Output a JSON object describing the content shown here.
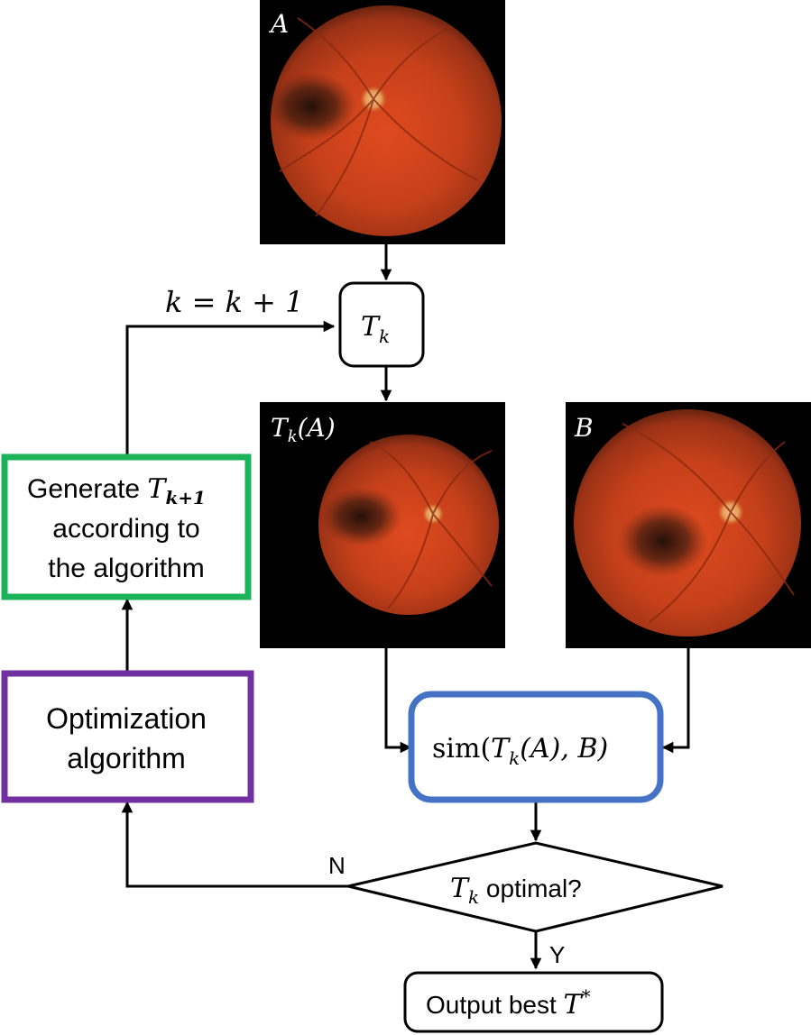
{
  "images": {
    "a": {
      "label": "A"
    },
    "tka": {
      "label_main": "T",
      "label_sub": "k",
      "label_arg": "(A)"
    },
    "b": {
      "label": "B"
    }
  },
  "iteration": {
    "label": "k = k + 1"
  },
  "transform_box": {
    "main": "T",
    "sub": "k"
  },
  "generate_box": {
    "line1": "Generate ",
    "line1_math_main": "T",
    "line1_math_sub": "k+1",
    "line2": "according to",
    "line3": "the algorithm",
    "border_color": "#1db35a"
  },
  "optimization_box": {
    "line1": "Optimization",
    "line2": "algorithm",
    "border_color": "#7030a0"
  },
  "similarity_box": {
    "func": "sim(",
    "main": "T",
    "sub": "k",
    "rest": "(A), B)",
    "border_color": "#4472c4"
  },
  "decision": {
    "main": "T",
    "sub": "k",
    "text": " optimal?"
  },
  "branches": {
    "no": "N",
    "yes": "Y"
  },
  "output_box": {
    "text": "Output best ",
    "math": "T",
    "sup": "*"
  }
}
